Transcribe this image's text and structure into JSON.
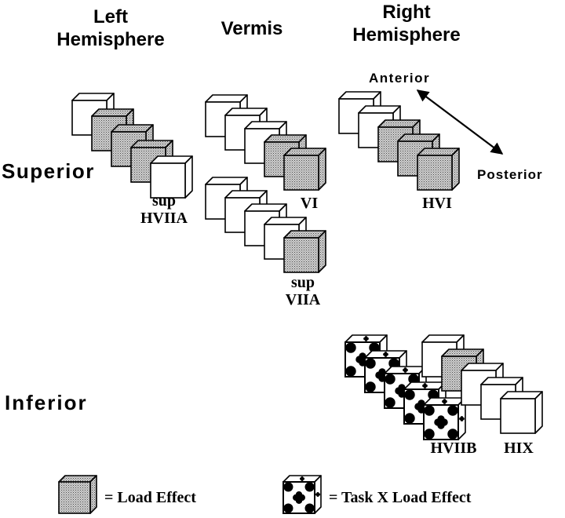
{
  "headers": {
    "left": [
      "Left",
      "Hemisphere"
    ],
    "vermis": "Vermis",
    "right": [
      "Right",
      "Hemisphere"
    ]
  },
  "rows": {
    "superior": "Superior",
    "inferior": "Inferior"
  },
  "axis": {
    "anterior": "Anterior",
    "posterior": "Posterior"
  },
  "groups": [
    {
      "id": "sup-hviia",
      "label": [
        "sup",
        "HVIIA"
      ],
      "cubes": [
        "plain",
        "load",
        "load",
        "load",
        "plain"
      ]
    },
    {
      "id": "vi",
      "label": [
        "VI"
      ],
      "cubes": [
        "plain",
        "plain",
        "plain",
        "load",
        "load"
      ]
    },
    {
      "id": "hvi",
      "label": [
        "HVI"
      ],
      "cubes": [
        "plain",
        "plain",
        "load",
        "load",
        "load"
      ]
    },
    {
      "id": "sup-viia",
      "label": [
        "sup",
        "VIIA"
      ],
      "cubes": [
        "plain",
        "plain",
        "plain",
        "plain",
        "load"
      ]
    },
    {
      "id": "hviib",
      "label": [
        "HVIIB"
      ],
      "cubes": [
        "interaction",
        "interaction",
        "interaction",
        "interaction",
        "interaction"
      ]
    },
    {
      "id": "hix",
      "label": [
        "HIX"
      ],
      "cubes": [
        "plain",
        "load",
        "plain",
        "plain",
        "plain"
      ]
    }
  ],
  "legend": {
    "load": "= Load Effect",
    "interaction": "= Task X Load Effect"
  }
}
